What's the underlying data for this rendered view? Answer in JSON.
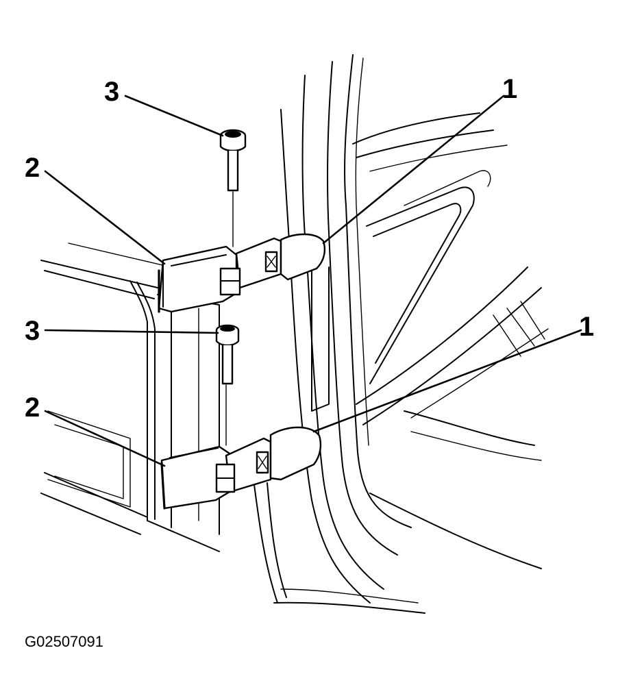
{
  "figure": {
    "id_code": "G02507091"
  },
  "callouts": [
    {
      "id": "hinge-upper-body",
      "label": "1"
    },
    {
      "id": "hinge-lower-body",
      "label": "1"
    },
    {
      "id": "hinge-upper-door",
      "label": "2"
    },
    {
      "id": "hinge-lower-door",
      "label": "2"
    },
    {
      "id": "pin-upper",
      "label": "3"
    },
    {
      "id": "pin-lower",
      "label": "3"
    }
  ]
}
